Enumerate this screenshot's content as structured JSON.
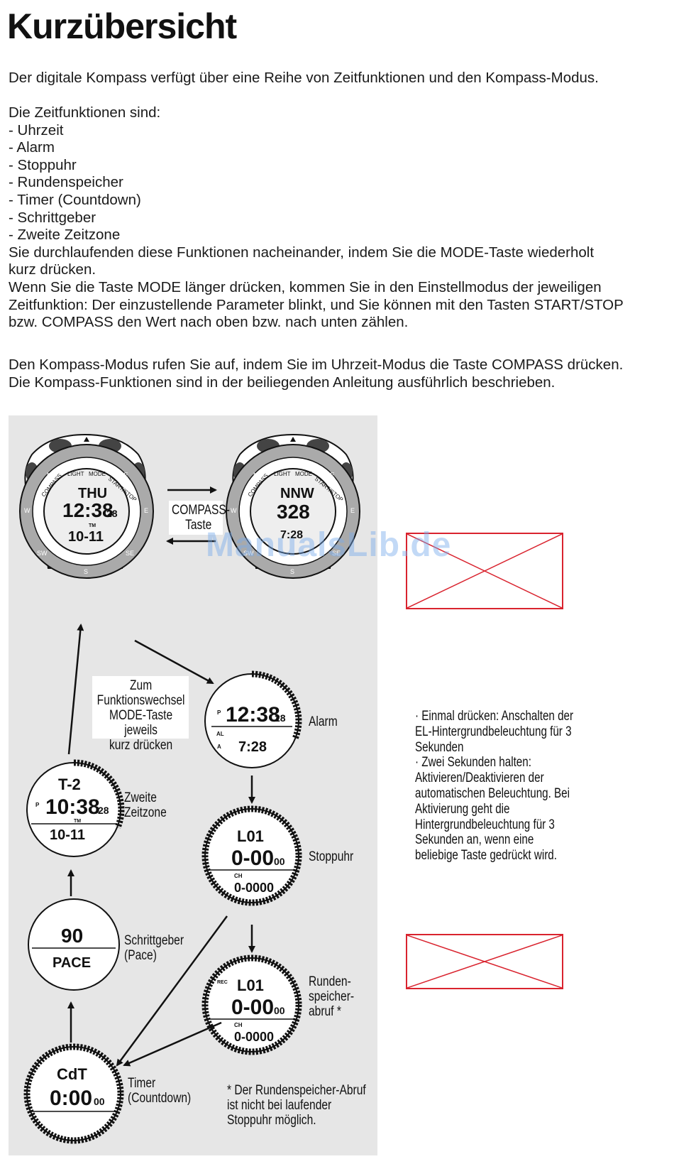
{
  "title": "Kurzübersicht",
  "intro": "Der digitale Kompass verfügt über eine Reihe von Zeitfunktionen und den Kompass-Modus.",
  "functions_heading": "Die Zeitfunktionen sind:",
  "functions": [
    "- Uhrzeit",
    "- Alarm",
    "- Stoppuhr",
    "- Rundenspeicher",
    "- Timer (Countdown)",
    "- Schrittgeber",
    "- Zweite Zeitzone"
  ],
  "para_cycle": [
    "Sie durchlaufenden diese Funktionen nacheinander, indem Sie die MODE-Taste wiederholt",
    "kurz drücken."
  ],
  "para_setup": [
    "Wenn Sie die Taste MODE länger drücken, kommen Sie in den Einstellmodus der jeweiligen",
    "Zeitfunktion: Der einzustellende Parameter blinkt, und Sie können mit den Tasten START/STOP",
    "bzw. COMPASS den Wert nach oben bzw. nach unten zählen."
  ],
  "para_compass": [
    "Den Kompass-Modus rufen Sie auf, indem Sie im Uhrzeit-Modus die Taste COMPASS drücken.",
    "Die Kompass-Funktionen sind in der beiliegenden Anleitung ausführlich beschrieben."
  ],
  "diagram": {
    "compass_key": [
      "COMPASS-",
      "Taste"
    ],
    "mode_hint": [
      "Zum",
      "Funktionswechsel",
      "MODE-Taste jeweils",
      "kurz drücken"
    ],
    "alarm": "Alarm",
    "stoppuhr": "Stoppuhr",
    "runden": [
      "Runden-",
      "speicher-",
      "abruf *"
    ],
    "timer": [
      "Timer",
      "(Countdown)"
    ],
    "schritt": [
      "Schrittgeber",
      "(Pace)"
    ],
    "zweite": [
      "Zweite",
      "Zeitzone"
    ],
    "footnote": [
      "* Der Rundenspeicher-Abruf",
      "ist nicht bei laufender",
      "Stoppuhr möglich."
    ],
    "bezel": {
      "compass": "COMPASS",
      "light": "LIGHT",
      "mode": "MODE",
      "startstop": "START/STOP",
      "nw": "NW",
      "ne": "NE",
      "w": "W",
      "e": "E",
      "sw": "SW",
      "se": "SE",
      "s": "S"
    },
    "displays": {
      "watch1": {
        "top": "THU",
        "main": "12:38",
        "sec": "28",
        "tm": "TM",
        "date": "10-11"
      },
      "watch2": {
        "top": "NNW",
        "main": "328",
        "time": "7:28"
      },
      "alarm": {
        "main": "12:38",
        "sec": "28",
        "p": "P",
        "al": "AL",
        "a": "A",
        "sub": "7:28"
      },
      "stopwatch": {
        "top": "L01",
        "main": "0-00",
        "sec": "00",
        "ch": "CH",
        "sub": "0-0000"
      },
      "lap": {
        "rec": "REC",
        "top": "L01",
        "main": "0-00",
        "sec": "00",
        "ch": "CH",
        "sub": "0-0000"
      },
      "timer": {
        "top": "CdT",
        "main": "0:00",
        "sec": "00"
      },
      "pace": {
        "top": "90",
        "sub": "PACE"
      },
      "zone": {
        "top": "T-2",
        "p": "P",
        "main": "10:38",
        "sec": "28",
        "tm": "TM",
        "sub": "10-11"
      }
    }
  },
  "note": [
    "· Einmal drücken: Anschalten der",
    "EL-Hintergrundbeleuchtung für 3",
    "Sekunden",
    "· Zwei Sekunden halten:",
    "Aktivieren/Deaktivieren der",
    "automatischen Beleuchtung. Bei",
    "Aktivierung geht die",
    "Hintergrundbeleuchtung für 3",
    "Sekunden an, wenn eine",
    "beliebige Taste gedrückt wird."
  ],
  "watermark": "ManualsLib.de",
  "colors": {
    "panel": "#e6e6e6",
    "xbox": "#d9232e",
    "watermark": "#78aaeb"
  }
}
